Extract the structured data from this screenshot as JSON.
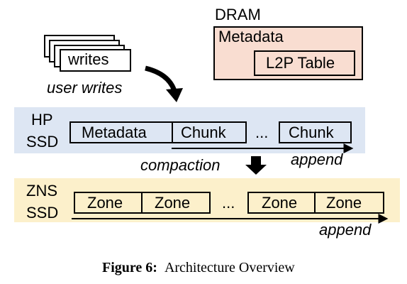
{
  "dram": {
    "title": "DRAM",
    "metadata_label": "Metadata",
    "l2p_label": "L2P Table"
  },
  "writes": {
    "card_label": "writes",
    "arrow_label": "user writes"
  },
  "hp_ssd": {
    "label_line1": "HP",
    "label_line2": "SSD",
    "metadata_label": "Metadata",
    "chunk_label": "Chunk",
    "ellipsis": "...",
    "last_chunk_label": "Chunk",
    "append_label": "append"
  },
  "compaction": {
    "label": "compaction"
  },
  "zns_ssd": {
    "label_line1": "ZNS",
    "label_line2": "SSD",
    "zones": [
      "Zone",
      "Zone",
      "Zone",
      "Zone"
    ],
    "ellipsis": "...",
    "append_label": "append"
  },
  "caption": {
    "figure_label": "Figure 6:",
    "text": "Architecture Overview"
  },
  "colors": {
    "dram_fill": "#f9ddd1",
    "hp_band": "#dde6f3",
    "zns_band": "#fcf0cb"
  }
}
